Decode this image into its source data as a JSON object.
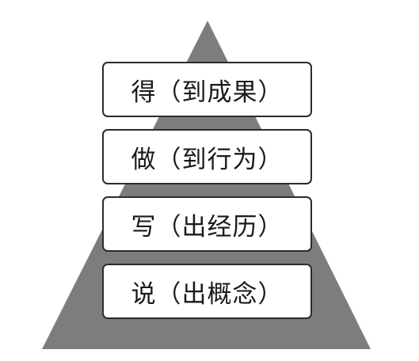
{
  "colors": {
    "pyramid_fill": "#7d7d7d",
    "box_fill": "#ffffff",
    "box_border": "#2b2b2b",
    "text": "#1a1a1a"
  },
  "levels": [
    {
      "label": "得（到成果）"
    },
    {
      "label": "做（到行为）"
    },
    {
      "label": "写（出经历）"
    },
    {
      "label": "说（出概念）"
    }
  ]
}
